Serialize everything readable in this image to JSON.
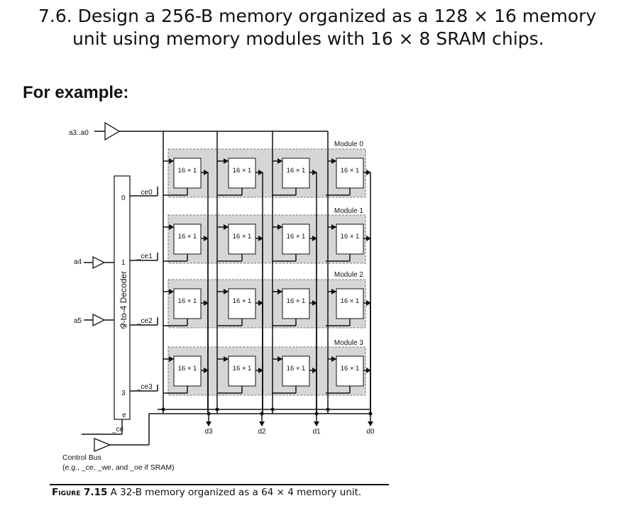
{
  "question": {
    "line1": "7.6. Design a 256-B memory organized as a 128 × 16 memory",
    "line2": "unit using memory modules with 16 × 8 SRAM chips."
  },
  "example_heading": "For example:",
  "figure": {
    "addr_in": "a3..a0",
    "a4": "a4",
    "a5": "a5",
    "decoder_label": "2-to-4 Decoder",
    "enable_label": "e",
    "ce_in": "_ce",
    "outputs": [
      "0",
      "1",
      "2",
      "3"
    ],
    "ce_labels": [
      "_ce0",
      "_ce1",
      "_ce2",
      "_ce3"
    ],
    "modules": [
      "Module 0",
      "Module 1",
      "Module 2",
      "Module 3"
    ],
    "chip_label": "16 × 1",
    "data_lines": [
      "d3",
      "d2",
      "d1",
      "d0"
    ],
    "control_bus_line1": "Control Bus",
    "control_bus_line2": "(e.g., _ce, _we, and _oe if SRAM)"
  },
  "caption": {
    "label": "Figure 7.15",
    "text": " A 32-B memory organized as a 64 × 4 memory unit."
  }
}
